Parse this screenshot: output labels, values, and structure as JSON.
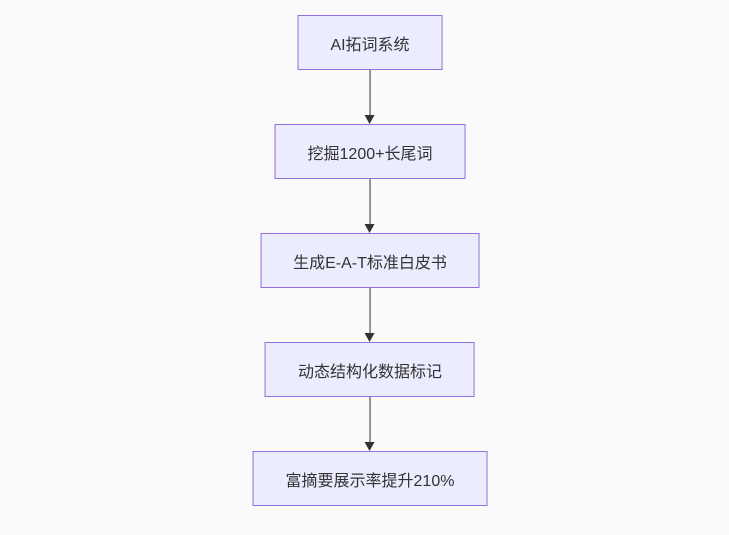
{
  "page": {
    "background": "#fafafa"
  },
  "flowchart": {
    "type": "flowchart-top-down",
    "node_fill": "#ECECFF",
    "node_border": "#9370DB",
    "text_color": "#333333",
    "arrow_color": "#333333",
    "nodes": [
      {
        "id": "n1",
        "label": "AI拓词系统"
      },
      {
        "id": "n2",
        "label": "挖掘1200+长尾词"
      },
      {
        "id": "n3",
        "label": "生成E-A-T标准白皮书"
      },
      {
        "id": "n4",
        "label": "动态结构化数据标记"
      },
      {
        "id": "n5",
        "label": "富摘要展示率提升210%"
      }
    ],
    "edges": [
      {
        "from": "n1",
        "to": "n2"
      },
      {
        "from": "n2",
        "to": "n3"
      },
      {
        "from": "n3",
        "to": "n4"
      },
      {
        "from": "n4",
        "to": "n5"
      }
    ]
  }
}
